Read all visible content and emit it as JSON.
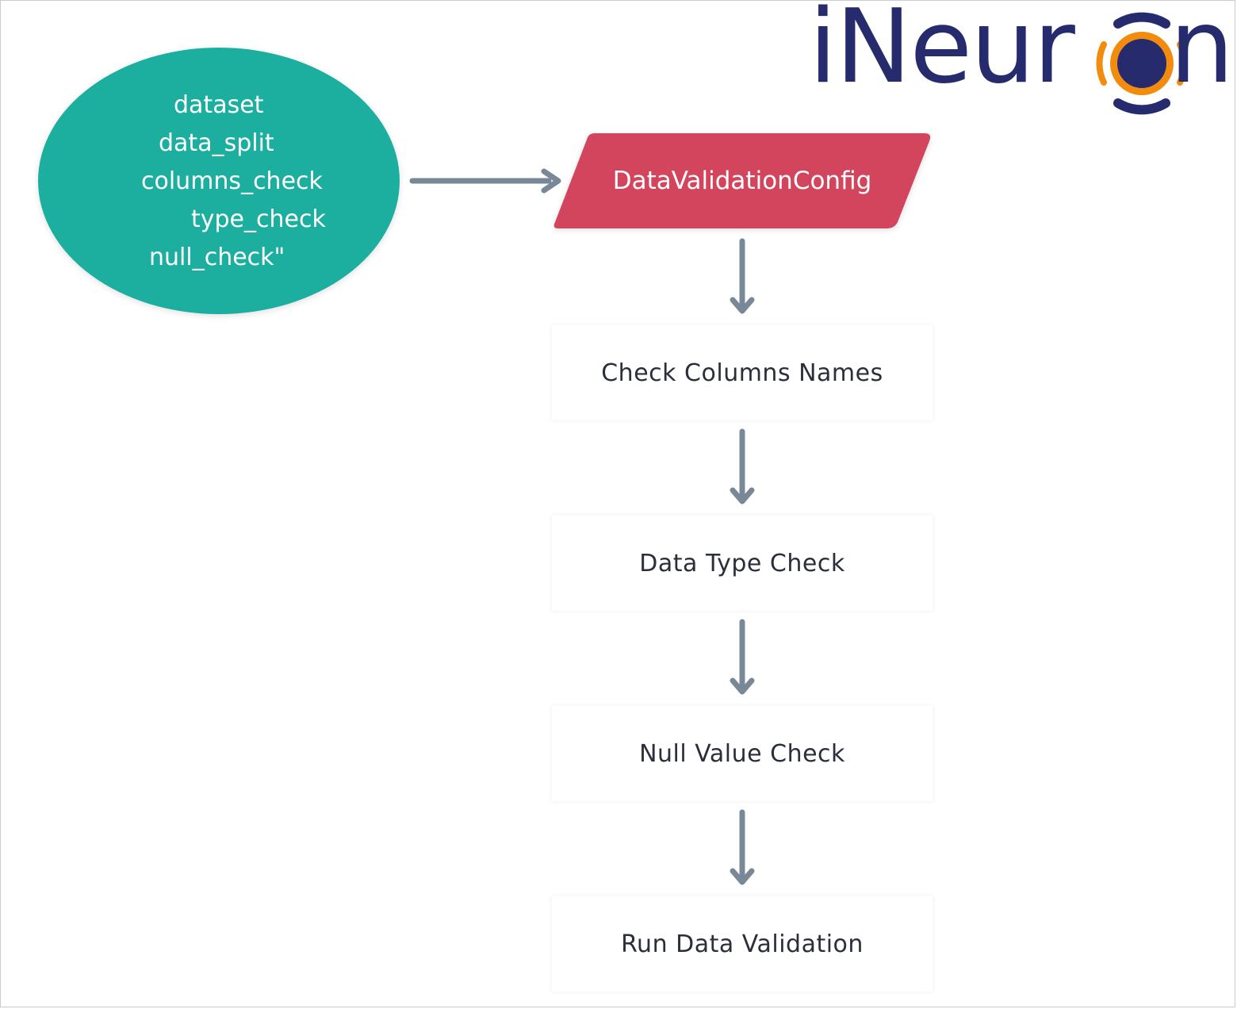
{
  "logo": {
    "prefix": "iNeur",
    "suffix": "n",
    "brand_color": "#262b6e",
    "accent_color": "#f28c0f"
  },
  "input_node": {
    "lines": [
      "dataset",
      "data_split",
      "columns_check",
      "type_check",
      "null_check\""
    ],
    "fill": "#1aae9f"
  },
  "config_node": {
    "label": "DataValidationConfig",
    "fill": "#d3455b"
  },
  "steps": [
    {
      "label": "Check Columns Names"
    },
    {
      "label": "Data Type Check"
    },
    {
      "label": "Null Value Check"
    },
    {
      "label": "Run Data Validation"
    }
  ],
  "arrow_color": "#788896"
}
